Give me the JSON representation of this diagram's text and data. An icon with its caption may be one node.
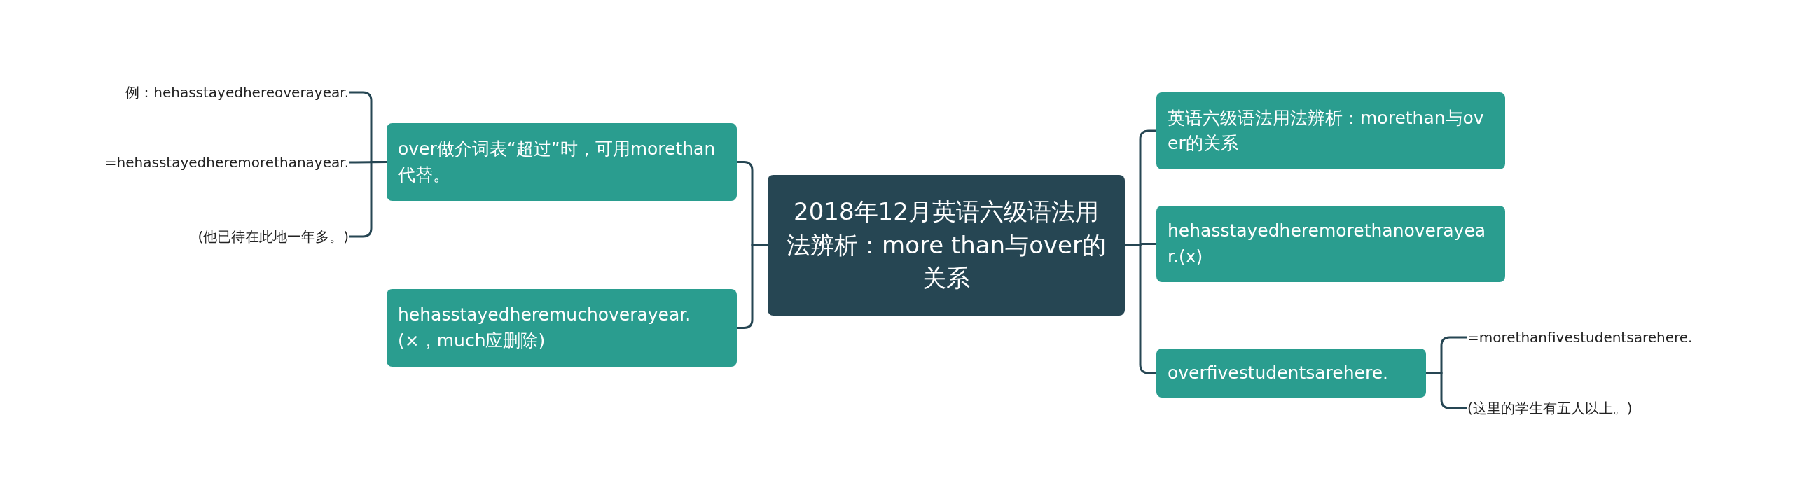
{
  "diagram": {
    "nodes": [
      {
        "text": [
          "2018年12月英语六级语法用法辨析：more than与over的关系"
        ]
      },
      {
        "text": [
          "over做介词表“超过”时，可用morethan代替。"
        ]
      },
      {
        "text": [
          "hehasstayedheremuchoverayear.(×，much应删除)"
        ]
      },
      {
        "text": [
          "例：hehasstayedhereoverayear."
        ]
      },
      {
        "text": [
          "=hehasstayedheremorethanayear."
        ]
      },
      {
        "text": [
          "(他已待在此地一年多。)"
        ]
      },
      {
        "text": [
          "英语六级语法用法辨析：morethan与over的关系"
        ]
      },
      {
        "text": [
          "hehasstayedheremorethanoverayear.(x)"
        ]
      },
      {
        "text": [
          "overfivestudentsarehere."
        ]
      },
      {
        "text": [
          "=morethanfivestudentsarehere."
        ]
      },
      {
        "text": [
          "(这里的学生有五人以上。)"
        ]
      }
    ],
    "edges": [
      {
        "from": 0,
        "to": 1,
        "arrow": "none"
      },
      {
        "from": 0,
        "to": 2,
        "arrow": "none"
      },
      {
        "from": 1,
        "to": 3,
        "arrow": "none"
      },
      {
        "from": 1,
        "to": 4,
        "arrow": "none"
      },
      {
        "from": 1,
        "to": 5,
        "arrow": "none"
      },
      {
        "from": 0,
        "to": 6,
        "arrow": "none"
      },
      {
        "from": 0,
        "to": 7,
        "arrow": "none"
      },
      {
        "from": 0,
        "to": 8,
        "arrow": "none"
      },
      {
        "from": 8,
        "to": 9,
        "arrow": "none"
      },
      {
        "from": 8,
        "to": 10,
        "arrow": "none"
      }
    ]
  }
}
